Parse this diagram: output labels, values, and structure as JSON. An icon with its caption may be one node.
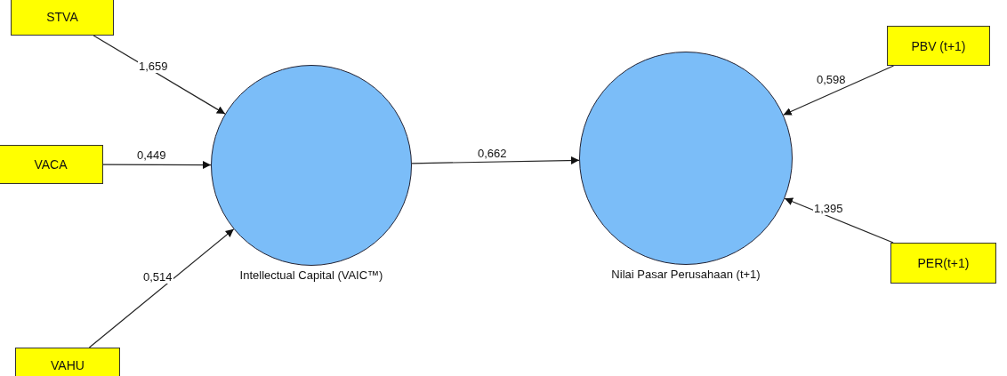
{
  "diagram": {
    "nodes": [
      {
        "text": [
          "STVA"
        ]
      },
      {
        "text": [
          "VACA"
        ]
      },
      {
        "text": [
          "VAHU"
        ]
      },
      {
        "text": [
          "Intellectual Capital (VAIC™)"
        ]
      },
      {
        "text": [
          "Nilai Pasar Perusahaan (t+1)"
        ]
      },
      {
        "text": [
          "PBV (t+1)"
        ]
      },
      {
        "text": [
          "PER(t+1)"
        ]
      }
    ],
    "edges": [
      {
        "from": 0,
        "to": 3,
        "arrow": "to",
        "label": "1,659"
      },
      {
        "from": 1,
        "to": 3,
        "arrow": "to",
        "label": "0,449"
      },
      {
        "from": 2,
        "to": 3,
        "arrow": "to",
        "label": "0,514"
      },
      {
        "from": 3,
        "to": 4,
        "arrow": "to",
        "label": "0,662"
      },
      {
        "from": 5,
        "to": 4,
        "arrow": "to",
        "label": "0,598"
      },
      {
        "from": 6,
        "to": 4,
        "arrow": "to",
        "label": "1,395"
      }
    ]
  }
}
